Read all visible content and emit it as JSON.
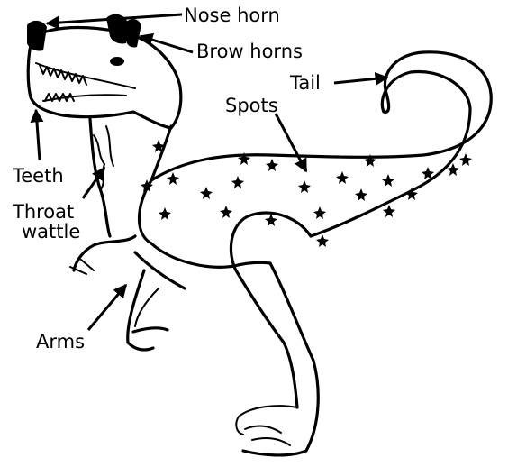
{
  "labels": {
    "nose_horn": "Nose horn",
    "brow_horns": "Brow horns",
    "tail": "Tail",
    "spots": "Spots",
    "teeth": "Teeth",
    "throat_line1": "Throat",
    "throat_line2": "wattle",
    "arms": "Arms"
  },
  "colors": {
    "ink": "#000000",
    "background": "#ffffff"
  }
}
